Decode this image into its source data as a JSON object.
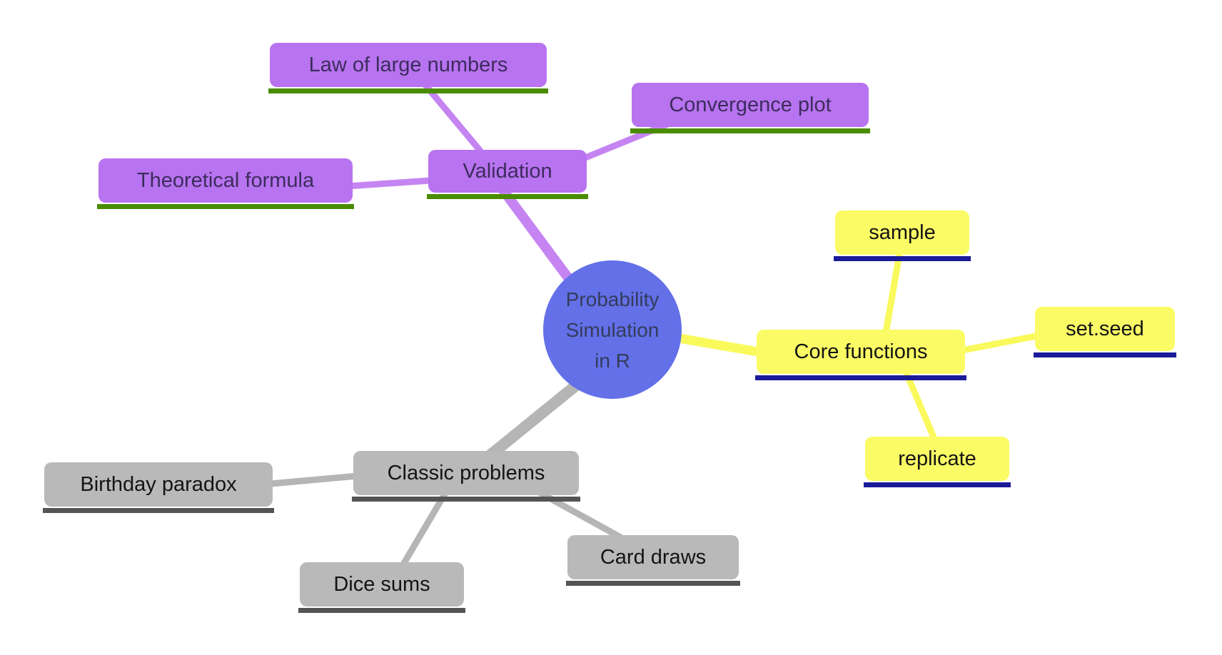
{
  "diagram": {
    "type": "mindmap",
    "background_color": "#ffffff",
    "title": "Probability Simulation in R mind map"
  },
  "center": {
    "label": "Probability Simulation in R",
    "lines": [
      "Probability",
      "Simulation",
      "in R"
    ],
    "shape": "circle",
    "fill_color": "#6370e8",
    "text_color": "#343c5c"
  },
  "branches": [
    {
      "label": "Validation",
      "fill_color": "#b873f0",
      "edge_color": "#c584f2",
      "underline_color": "#4a8c00",
      "text_color": "#3d2c5e",
      "children": [
        {
          "label": "Law of large numbers"
        },
        {
          "label": "Convergence plot"
        },
        {
          "label": "Theoretical formula"
        }
      ]
    },
    {
      "label": "Core functions",
      "fill_color": "#fbfb66",
      "edge_color": "#f9f95c",
      "underline_color": "#1b1b99",
      "text_color": "#141414",
      "children": [
        {
          "label": "sample"
        },
        {
          "label": "set.seed"
        },
        {
          "label": "replicate"
        }
      ]
    },
    {
      "label": "Classic problems",
      "fill_color": "#b9b9b9",
      "edge_color": "#b5b5b5",
      "underline_color": "#545454",
      "text_color": "#141414",
      "children": [
        {
          "label": "Birthday paradox"
        },
        {
          "label": "Dice sums"
        },
        {
          "label": "Card draws"
        }
      ]
    }
  ]
}
